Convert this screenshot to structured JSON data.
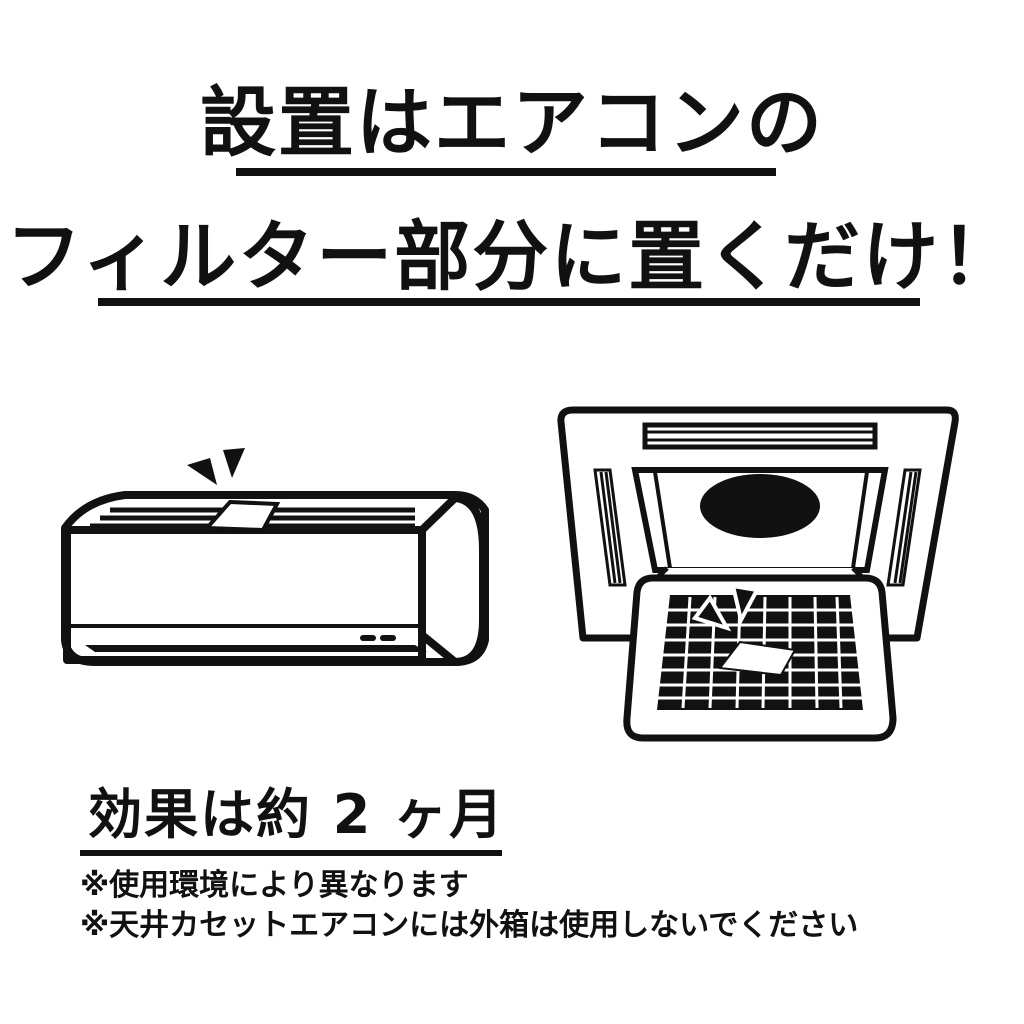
{
  "headline": {
    "line1": "設置はエアコンの",
    "line2": "フィルター部分に置くだけ！"
  },
  "illustrations": {
    "wall_ac": "wall-mounted-air-conditioner-icon",
    "ceiling_ac": "ceiling-cassette-air-conditioner-icon",
    "sheet": "deodorizer-sheet-icon"
  },
  "effect": {
    "label": "効果は約 2 ヶ月"
  },
  "notes": [
    "※使用環境により異なります",
    "※天井カセットエアコンには外箱は使用しないでください"
  ],
  "colors": {
    "ink": "#111111",
    "background": "#ffffff"
  }
}
